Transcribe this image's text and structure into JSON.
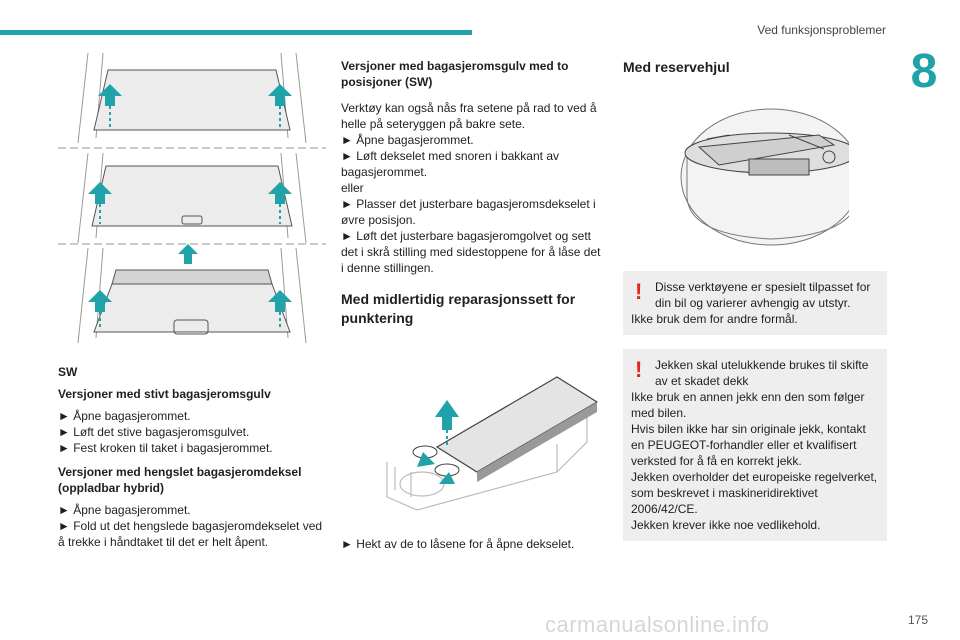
{
  "header": {
    "section": "Ved funksjonsproblemer",
    "chapter": "8"
  },
  "col1": {
    "label_sw": "SW",
    "h_fixed": "Versjoner med stivt bagasjeromsgulv",
    "fixed_steps": [
      "► Åpne bagasjerommet.",
      "► Løft det stive bagasjeromsgulvet.",
      "► Fest kroken til taket i bagasjerommet."
    ],
    "h_hinged": "Versjoner med hengslet bagasjeromdeksel (oppladbar hybrid)",
    "hinged_steps": [
      "► Åpne bagasjerommet.",
      "► Fold ut det hengslede bagasjeromdekselet ved å trekke i håndtaket til det er helt åpent."
    ]
  },
  "col2": {
    "h_position": "Versjoner med bagasjeromsgulv med to posisjoner (SW)",
    "lines": [
      "Verktøy kan også nås fra setene på rad to ved å helle på seteryggen på bakre sete.",
      "► Åpne bagasjerommet.",
      "► Løft dekselet med snoren i bakkant av bagasjerommet.",
      "eller",
      "► Plasser det justerbare bagasjeromsdekselet i øvre posisjon.",
      "► Løft det justerbare bagasjeromgolvet og sett det i skrå stilling med sidestoppene for å låse det i denne stillingen."
    ],
    "h_repair": "Med midlertidig reparasjonssett for punktering",
    "repair_step": "► Hekt av de to låsene for å åpne dekselet."
  },
  "col3": {
    "h_spare": "Med reservehjul",
    "warning1": {
      "first": "Disse verktøyene er spesielt tilpasset for din bil og varierer avhengig av utstyr.",
      "rest": [
        "Ikke bruk dem for andre formål."
      ]
    },
    "warning2": {
      "first": "Jekken skal utelukkende brukes til skifte av et skadet dekk",
      "rest": [
        "Ikke bruk en annen jekk enn den som følger med bilen.",
        "Hvis bilen ikke har sin originale jekk, kontakt en PEUGEOT-forhandler eller et kvalifisert verksted for å få en korrekt jekk.",
        "Jekken overholder det europeiske regelverket, som beskrevet i maskineridirektivet 2006/42/CE.",
        "Jekken krever ikke noe vedlikehold."
      ]
    }
  },
  "footer": {
    "page": "175",
    "watermark": "carmanualsonline.info"
  },
  "colors": {
    "accent": "#1fa3a8",
    "warning": "#e2261c",
    "box": "#eeeeee"
  }
}
